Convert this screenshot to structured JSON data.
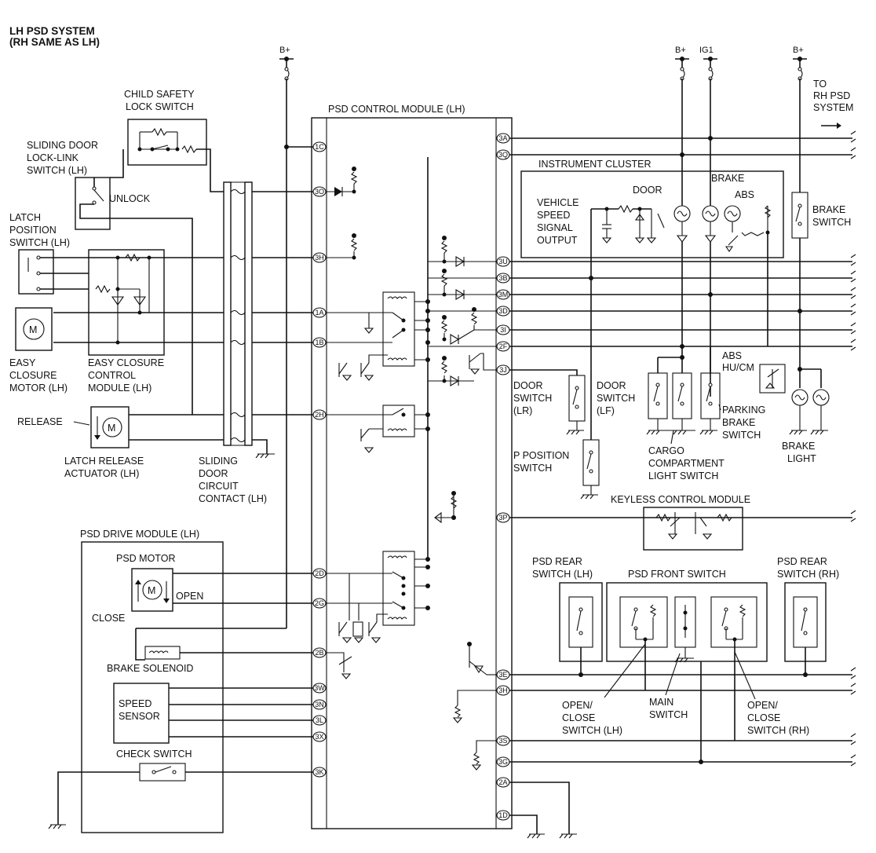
{
  "title": [
    "LH PSD SYSTEM",
    "(RH SAME AS LH)"
  ],
  "power": {
    "b_plus": "B+",
    "ig1": "IG1"
  },
  "modules": {
    "control": "PSD CONTROL MODULE (LH)",
    "drive": "PSD DRIVE MODULE (LH)",
    "cluster": "INSTRUMENT CLUSTER",
    "keyless": "KEYLESS CONTROL MODULE",
    "front_switch": "PSD FRONT SWITCH",
    "closure_module": [
      "EASY CLOSURE",
      "CONTROL",
      "MODULE (LH)"
    ]
  },
  "labels": {
    "child_safety": [
      "CHILD SAFETY",
      "LOCK SWITCH"
    ],
    "link_switch": [
      "SLIDING DOOR",
      "LOCK-LINK",
      "SWITCH (LH)"
    ],
    "unlock": "UNLOCK",
    "latch_pos": [
      "LATCH",
      "POSITION",
      "SWITCH (LH)"
    ],
    "closure_motor": [
      "EASY",
      "CLOSURE",
      "MOTOR (LH)"
    ],
    "release": "RELEASE",
    "release_act": [
      "LATCH RELEASE",
      "ACTUATOR (LH)"
    ],
    "door_contact": [
      "SLIDING",
      "DOOR",
      "CIRCUIT",
      "CONTACT (LH)"
    ],
    "to_rh": [
      "TO",
      "RH PSD",
      "SYSTEM"
    ],
    "speed_out": [
      "VEHICLE",
      "SPEED",
      "SIGNAL",
      "OUTPUT"
    ],
    "door_lamp": "DOOR",
    "brake_lamp": "BRAKE",
    "abs_lamp": "ABS",
    "brake_switch": [
      "BRAKE",
      "SWITCH"
    ],
    "abs_hu": [
      "ABS",
      "HU/CM"
    ],
    "door_sw_lr": [
      "DOOR",
      "SWITCH",
      "(LR)"
    ],
    "door_sw_lf": [
      "DOOR",
      "SWITCH",
      "(LF)"
    ],
    "parking_brake": [
      "PARKING",
      "BRAKE",
      "SWITCH"
    ],
    "brake_light": [
      "BRAKE",
      "LIGHT"
    ],
    "cargo": [
      "CARGO",
      "COMPARTMENT",
      "LIGHT SWITCH"
    ],
    "p_position": [
      "P POSITION",
      "SWITCH"
    ],
    "psd_motor": "PSD MOTOR",
    "open": "OPEN",
    "close": "CLOSE",
    "brake_solenoid": "BRAKE SOLENOID",
    "speed_sensor": [
      "SPEED",
      "SENSOR"
    ],
    "check_switch": "CHECK SWITCH",
    "rear_lh": [
      "PSD REAR",
      "SWITCH (LH)"
    ],
    "rear_rh": [
      "PSD REAR",
      "SWITCH (RH)"
    ],
    "oc_lh": [
      "OPEN/",
      "CLOSE",
      "SWITCH (LH)"
    ],
    "main_sw": [
      "MAIN",
      "SWITCH"
    ],
    "oc_rh": [
      "OPEN/",
      "CLOSE",
      "SWITCH (RH)"
    ],
    "motor_glyph": "M"
  },
  "pins_left": [
    "1C",
    "3O",
    "3H",
    "1A",
    "1B",
    "2H",
    "2D",
    "2G",
    "2B",
    "3W",
    "3N",
    "3L",
    "3X",
    "3K"
  ],
  "pins_right": [
    "3A",
    "3Q",
    "3U",
    "3B",
    "3M",
    "3D",
    "3I",
    "2F",
    "3J",
    "3P",
    "3E",
    "3H",
    "3S",
    "3G",
    "2A",
    "1D"
  ]
}
